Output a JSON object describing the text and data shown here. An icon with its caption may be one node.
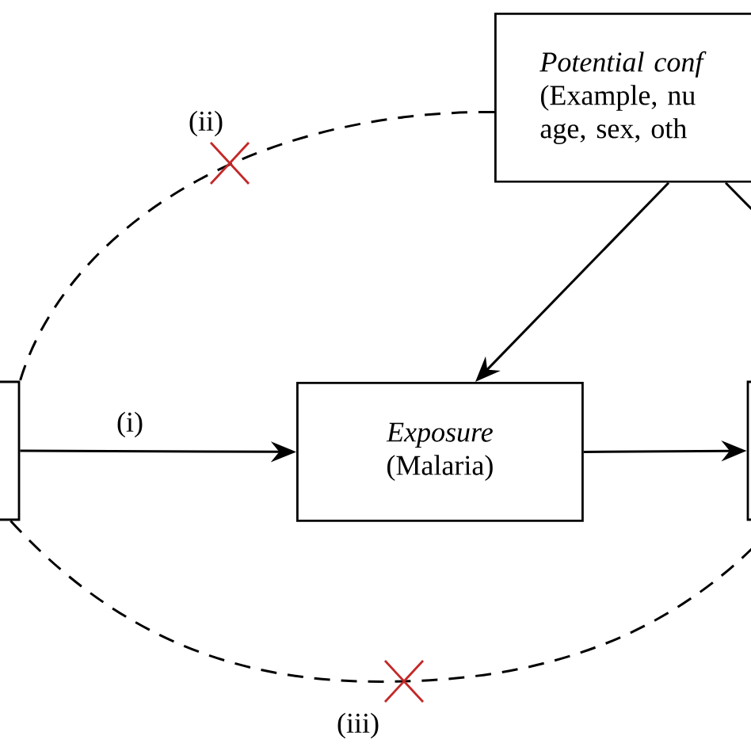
{
  "diagram": {
    "nodes": [
      {
        "text": [
          "Potential conf",
          "(Example, nu age, sex, oth"
        ]
      },
      {
        "text": [],
        "shape": "box"
      },
      {
        "text": [
          "Exposure",
          "(Malaria)"
        ]
      },
      {
        "text": [],
        "shape": "box"
      }
    ],
    "edges": [
      {
        "from": 1,
        "to": 2,
        "arrow": "to",
        "label": "(i)"
      },
      {
        "from": 2,
        "to": 3,
        "arrow": "to"
      },
      {
        "from": 0,
        "to": 2,
        "arrow": "to"
      },
      {
        "from": 0,
        "to": 3,
        "arrow": "none"
      },
      {
        "from": 0,
        "to": 1,
        "arrow": "none",
        "style": "dashed",
        "label": "(ii)"
      },
      {
        "from": 1,
        "to": 3,
        "arrow": "none",
        "style": "dashed",
        "label": "(iii)"
      }
    ]
  }
}
